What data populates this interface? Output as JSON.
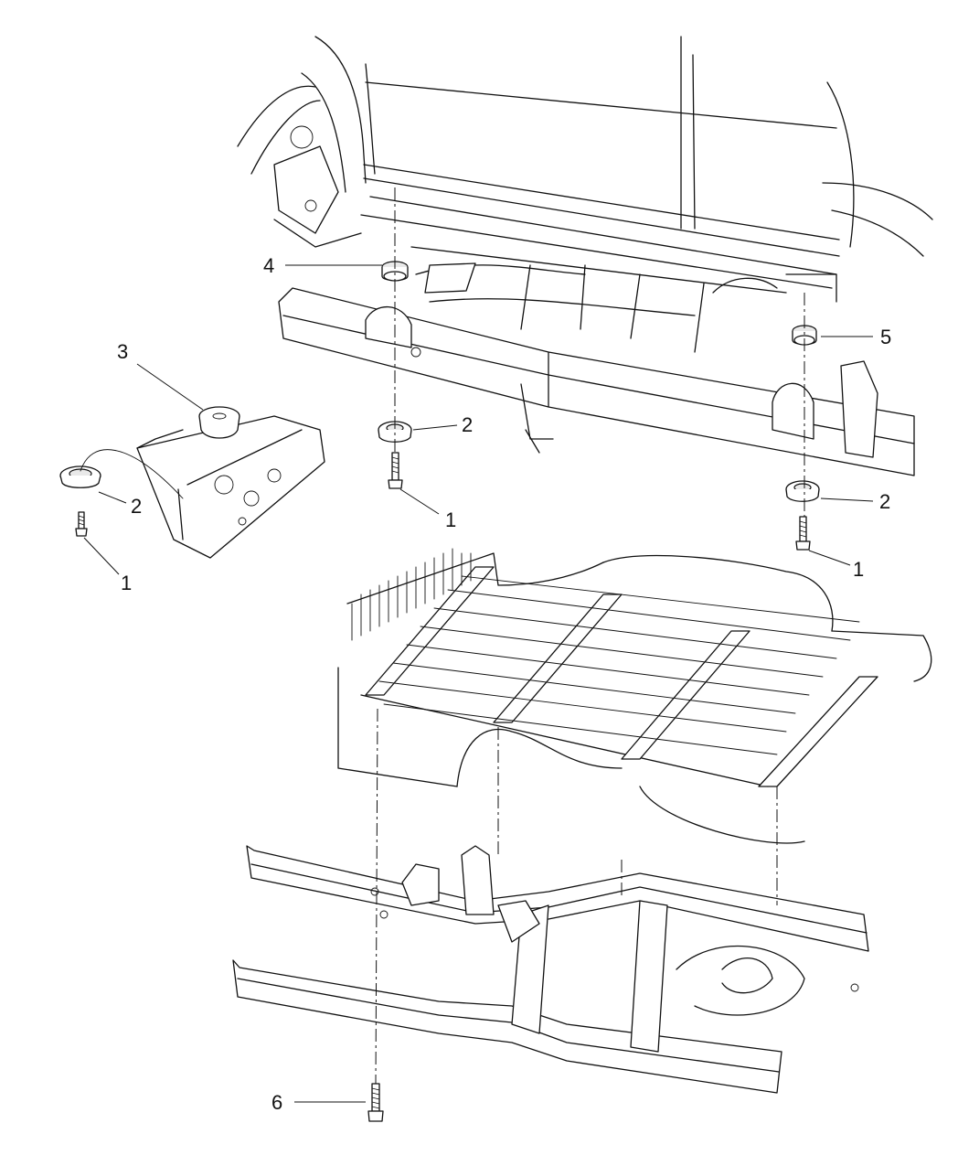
{
  "callouts": [
    {
      "id": "c4",
      "label": "4"
    },
    {
      "id": "c5",
      "label": "5"
    },
    {
      "id": "c3",
      "label": "3"
    },
    {
      "id": "c2a",
      "label": "2"
    },
    {
      "id": "c2b",
      "label": "2"
    },
    {
      "id": "c2c",
      "label": "2"
    },
    {
      "id": "c1a",
      "label": "1"
    },
    {
      "id": "c1b",
      "label": "1"
    },
    {
      "id": "c1c",
      "label": "1"
    },
    {
      "id": "c6",
      "label": "6"
    }
  ]
}
